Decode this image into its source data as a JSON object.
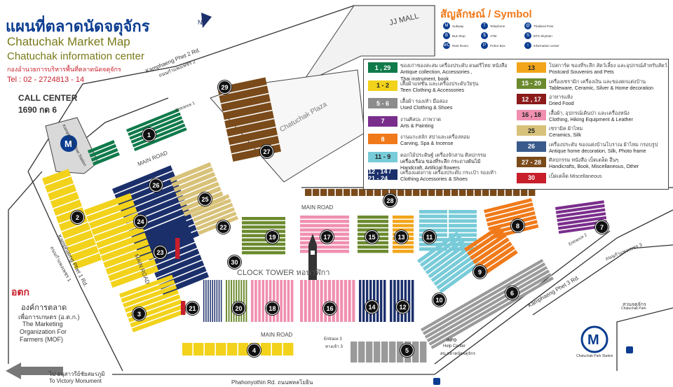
{
  "header": {
    "title_th": "แผนที่ตลาดนัดจตุจักร",
    "title_en": "Chatuchak Market Map",
    "subtitle": "Chatuchak information center",
    "agency_th": "กองอำนวยการบริหารพื้นที่ตลาดนัดจตุจักร",
    "tel": "Tel : 02 - 2724813 - 14",
    "call_center_label": "CALL CENTER",
    "call_center_number": "1690 กด 6"
  },
  "symbol_legend": {
    "title": "สัญลักษณ์ / Symbol",
    "items": [
      {
        "icon": "mrt-icon",
        "label": "Subway",
        "glyph": "M"
      },
      {
        "icon": "bus-stop-icon",
        "label": "Bus Stop",
        "glyph": "B"
      },
      {
        "icon": "rest-room-icon",
        "label": "Rest Room",
        "glyph": "WC"
      },
      {
        "icon": "telephone-icon",
        "label": "Telephone",
        "glyph": "T"
      },
      {
        "icon": "atm-icon",
        "label": "ATM",
        "glyph": "$"
      },
      {
        "icon": "police-box-icon",
        "label": "Police Box",
        "glyph": "P"
      },
      {
        "icon": "thailand-post-icon",
        "label": "Thailand Post",
        "glyph": "@"
      },
      {
        "icon": "bts-skytrain-icon",
        "label": "BTS Skytrain",
        "glyph": "S"
      },
      {
        "icon": "information-center-icon",
        "label": "information center",
        "glyph": "i"
      }
    ]
  },
  "zone_legend": [
    {
      "code": "1 , 29",
      "color": "#0f7a4a",
      "th": "ของเก่าของสะสม เครื่องประดับ ดนตรีไทย หนังสือ",
      "en": "Antique collection, Accessories ,",
      "en2": "Thai instrument, book"
    },
    {
      "code": "1 - 2",
      "color": "#f2d21b",
      "th": "เสื้อผ้าแฟชั่น และเครื่องประดับวัยรุ่น",
      "en": "Teen Clothing & Accessories"
    },
    {
      "code": "5 - 6",
      "color": "#8c8c8c",
      "th": "เสื้อผ้า รองเท้า มือสอง",
      "en": "Used Clothing & Shoes"
    },
    {
      "code": "7",
      "color": "#7a2e8c",
      "th": "งานศิลปะ ภาพวาด",
      "en": "Arts & Painting"
    },
    {
      "code": "8",
      "color": "#f07a1a",
      "th": "งานแกะสลัก สปาและเครื่องหอม",
      "en": "Carving, Spa & Incense"
    },
    {
      "code": "11 - 9",
      "color": "#78cbd8",
      "th": "ดอกไม้ประดิษฐ์ เครื่องจักสาน ศิลปกรรม",
      "en": "เครื่องเรือน ของที่ระลึก กระถางต้นไม้",
      "en2": "Handcraft, Artificial flowers"
    },
    {
      "code": "12 , 14 / 21 - 24",
      "color": "#1b2f6b",
      "th": "เครื่องแต่งกาย เครื่องประดับ กระเป๋า รองเท้า",
      "en": "Clothing  Accessories & Shoes"
    },
    {
      "code": "13",
      "color": "#f2a51a",
      "th": "โปสการ์ด ของที่ระลึก สัตว์เลี้ยง และอุปกรณ์สำหรับสัตว์",
      "en": "Postcard Souvenirs and Pets"
    },
    {
      "code": "15 - 20",
      "color": "#6b8a2e",
      "th": "เครื่องเซรามิก เครื่องเงิน และของตกแต่งบ้าน",
      "en": "Tableware, Ceramic, Silver & Home decoration"
    },
    {
      "code": "12 , 17",
      "color": "#8b1a1a",
      "th": "อาหารแห้ง",
      "en": "Dried Food"
    },
    {
      "code": "16 , 18",
      "color": "#f08fb0",
      "th": "เสื้อผ้า, อุปกรณ์เดินป่า และเครื่องหนัง",
      "en": "Clothing, Hiking Equipment & Leather"
    },
    {
      "code": "25",
      "color": "#d8c27a",
      "th": "เซรามิค ผ้าไหม",
      "en": "Ceramics, Silk"
    },
    {
      "code": "26",
      "color": "#3a5a8c",
      "th": "เครื่องประดับ ของแต่งบ้านโบราณ ผ้าไหม กรอบรูป",
      "en": "Antique home decoration, Silk, Photo frame"
    },
    {
      "code": "27 - 28",
      "color": "#7a4a1a",
      "th": "ศิลปกรรม หนังสือ เบ็ดเตล็ด อื่นๆ",
      "en": "Handicrafts, Book, Miscellaneous, Other"
    },
    {
      "code": "30",
      "color": "#c81f2b",
      "th": "เบ็ดเตล็ด Miscellaneous",
      "en": ""
    }
  ],
  "map": {
    "jj_mall": "JJ MALL",
    "chatuchak_plaza": "Chatuchak Plaza",
    "main_road_1": "MAIN ROAD",
    "main_road_2": "MAIN ROAD",
    "main_road_3": "MAIN ROAD",
    "main_road_4": "MAIN ROAD",
    "clock_tower": "CLOCK TOWER หอนาฬิกา",
    "phet2_road_top": "Kamphaeng Phet 2 Rd.",
    "phet2_road_top_th": "ถนนกำแพงเพชร 2",
    "phet1_road": "Kamphaeng Phet 1 Rd.",
    "phet1_road_th": "ถนนกำแพงเพชร 1",
    "phet3_road": "Kamphaeng Phet 3 Rd.",
    "phet3_road_th": "ถนนกำแพงเพชร 3",
    "phahon_road": "Phahonyothin Rd. ถนนพหลโยธิน",
    "entrance_1": "Entrance 1",
    "entrance_2": "Entrance 2",
    "entrance_3": "Entrace 3",
    "entrance_3_th": "ทางเข้า 3",
    "info_center": "INFO",
    "info_center_2": "Help Center",
    "info_center_th": "สน.ตลาดนัดจตุจักร",
    "suan_chatuchak_th": "สวนจตุจักร",
    "suan_chatuchak": "Chatuchak Park",
    "chatuchak_park_station": "Chatuchak Park Station",
    "kamphaeng_station": "Kamphaeng Phet Station",
    "to_victory_th": "ไป อนุสาวรีย์ชัยสมรภูมิ",
    "to_victory": "To Victory Monument",
    "mof_th": "องค์การตลาด",
    "mof_th2": "เพื่อการเกษตร (อ.ต.ก.)",
    "mof_en1": "The Marketing",
    "mof_en2": "Organization For",
    "mof_en3": "Farmers (MOF)",
    "mof_logo": "อตก"
  },
  "zones": [
    "1",
    "2",
    "3",
    "4",
    "5",
    "6",
    "7",
    "8",
    "9",
    "10",
    "11",
    "12",
    "13",
    "14",
    "15",
    "16",
    "17",
    "18",
    "19",
    "20",
    "21",
    "22",
    "23",
    "24",
    "25",
    "26",
    "27",
    "28",
    "29",
    "30"
  ],
  "colors": {
    "navy": "#1b2f6b",
    "pink": "#f08fb0",
    "olive": "#6b8a2e",
    "cyan": "#78cbd8",
    "orange": "#f07a1a",
    "yellow": "#f2d21b",
    "gray": "#9a9a9a",
    "purple": "#7a2e8c",
    "green": "#0f7a4a",
    "brown": "#7a4a1a",
    "red": "#c81f2b",
    "amber": "#f2a51a",
    "tan": "#d8c27a"
  }
}
